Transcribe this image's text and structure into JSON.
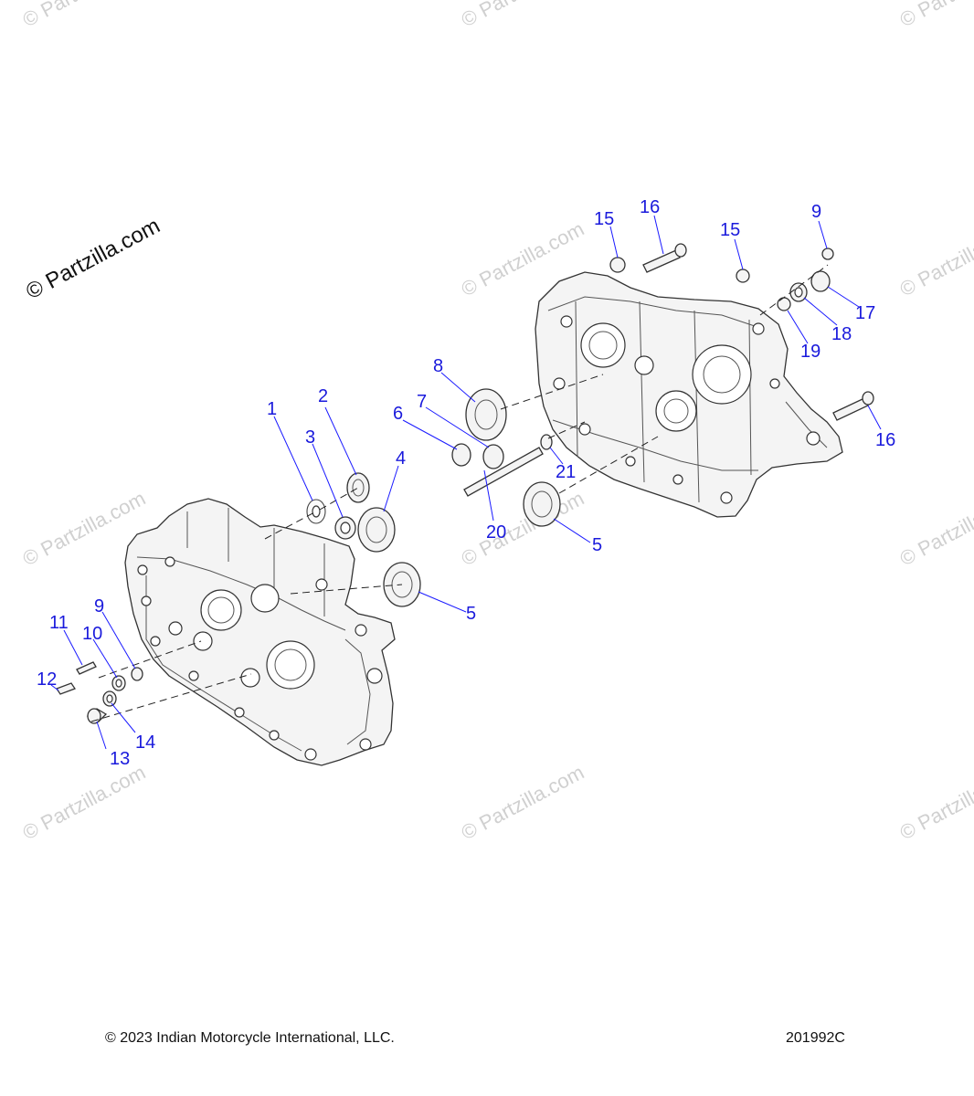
{
  "brand_watermark": "© Partzilla.com",
  "repeat_watermark": "© Partzilla.com",
  "callouts": {
    "c1": "1",
    "c2": "2",
    "c3": "3",
    "c4": "4",
    "c5a": "5",
    "c5b": "5",
    "c6": "6",
    "c7": "7",
    "c8": "8",
    "c9a": "9",
    "c9b": "9",
    "c10": "10",
    "c11": "11",
    "c12": "12",
    "c13": "13",
    "c14": "14",
    "c15a": "15",
    "c15b": "15",
    "c16a": "16",
    "c16b": "16",
    "c17": "17",
    "c18": "18",
    "c19": "19",
    "c20": "20",
    "c21": "21"
  },
  "footer": {
    "copyright": "© 2023 Indian Motorcycle International, LLC.",
    "diagram_id": "201992C"
  },
  "colors": {
    "callout": "#1a1adc",
    "line": "#333333",
    "watermark": "#d0d0d0"
  }
}
